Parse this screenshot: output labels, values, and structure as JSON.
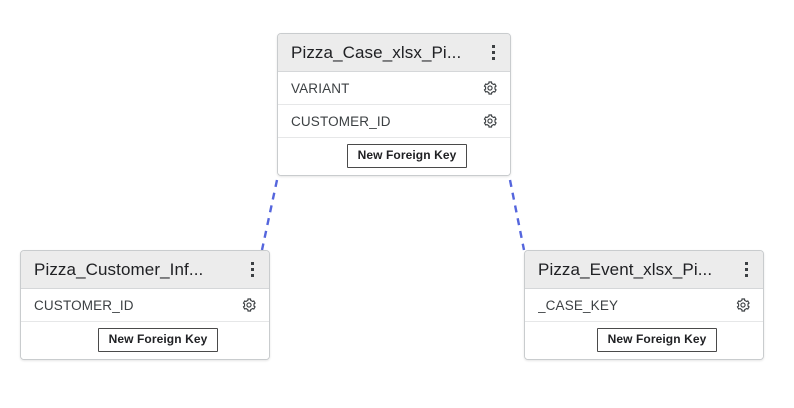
{
  "canvas": {
    "background_color": "#ffffff",
    "connector_color": "#5566dd",
    "connector_style": "dashed"
  },
  "buttons": {
    "new_foreign_key_label": "New Foreign Key"
  },
  "icons": {
    "kebab": "more-vertical-icon",
    "gear": "settings-gear-icon"
  },
  "cards": [
    {
      "id": "pizza-case",
      "title": "Pizza_Case_xlsx_Pi...",
      "columns": [
        {
          "name": "VARIANT"
        },
        {
          "name": "CUSTOMER_ID"
        }
      ],
      "footer_button": "New Foreign Key"
    },
    {
      "id": "pizza-customer-info",
      "title": "Pizza_Customer_Inf...",
      "columns": [
        {
          "name": "CUSTOMER_ID"
        }
      ],
      "footer_button": "New Foreign Key"
    },
    {
      "id": "pizza-event",
      "title": "Pizza_Event_xlsx_Pi...",
      "columns": [
        {
          "name": "_CASE_KEY"
        }
      ],
      "footer_button": "New Foreign Key"
    }
  ],
  "relationships": [
    {
      "from": "pizza-case",
      "to": "pizza-customer-info"
    },
    {
      "from": "pizza-case",
      "to": "pizza-event"
    }
  ]
}
